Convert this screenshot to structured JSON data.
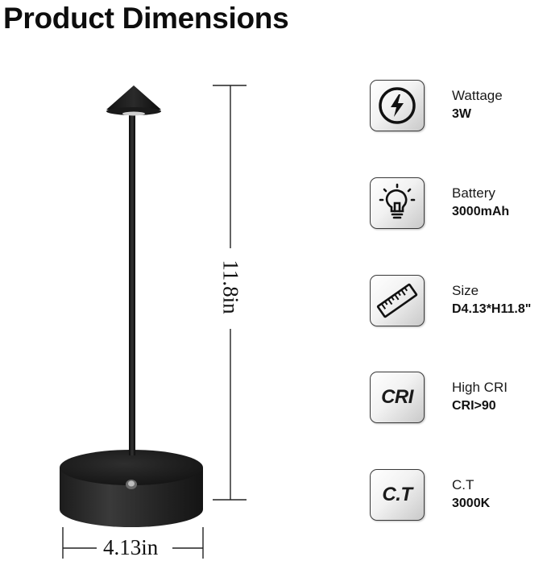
{
  "title": "Product Dimensions",
  "dimensions": {
    "height_label": "11.8in",
    "width_label": "4.13in"
  },
  "specs": [
    {
      "icon": "lightning-bolt-icon",
      "label": "Wattage",
      "value": "3W"
    },
    {
      "icon": "light-bulb-icon",
      "label": "Battery",
      "value": "3000mAh"
    },
    {
      "icon": "ruler-icon",
      "label": "Size",
      "value": "D4.13*H11.8\""
    },
    {
      "icon": "cri-text-icon",
      "icon_text": "CRI",
      "label": "High CRI",
      "value": "CRI>90"
    },
    {
      "icon": "ct-text-icon",
      "icon_text": "C.T",
      "label": "C.T",
      "value": "3000K"
    }
  ]
}
